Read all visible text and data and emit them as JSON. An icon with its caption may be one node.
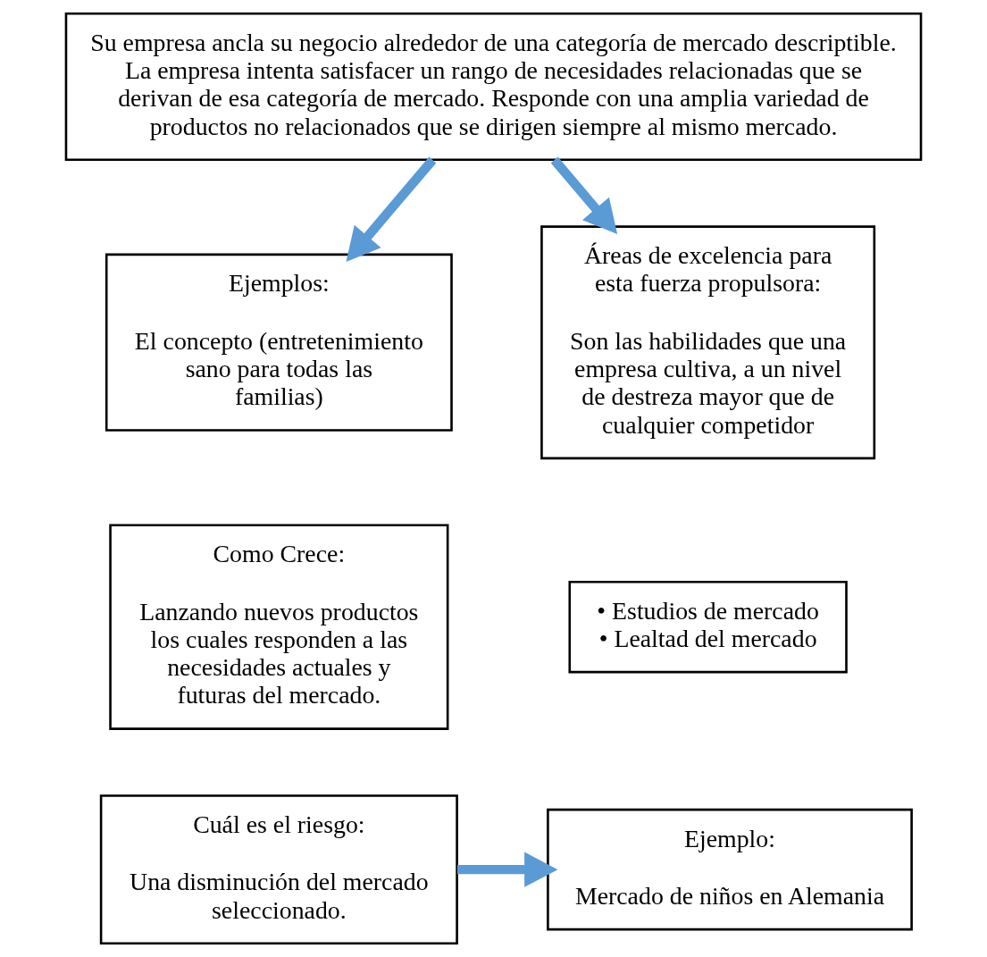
{
  "diagram": {
    "nodes": [
      {
        "text": [
          "Su empresa ancla su negocio alrededor de una categoría de mercado descriptible. La empresa intenta satisfacer un rango de necesidades relacionadas que se derivan de esa categoría de mercado. Responde con una amplia variedad de productos no relacionados que se dirigen siempre al mismo mercado."
        ]
      },
      {
        "text": [
          "Ejemplos:",
          "El concepto (entretenimiento sano para todas las familias)"
        ]
      },
      {
        "text": [
          "Áreas de excelencia para esta fuerza propulsora:",
          "Son las habilidades que una empresa cultiva, a un nivel de destreza mayor que de cualquier competidor"
        ]
      },
      {
        "text": [
          "Como Crece:",
          "Lanzando nuevos productos los cuales responden a las necesidades actuales y futuras del mercado."
        ]
      },
      {
        "text": [
          "• Estudios de mercado",
          "• Lealtad del mercado"
        ]
      },
      {
        "text": [
          "Cuál es el riesgo:",
          "Una disminución del mercado seleccionado."
        ]
      },
      {
        "text": [
          "Ejemplo:",
          "Mercado de niños en Alemania"
        ]
      }
    ],
    "edges": [
      {
        "from": 0,
        "to": 1,
        "arrow": "to"
      },
      {
        "from": 0,
        "to": 2,
        "arrow": "to"
      },
      {
        "from": 5,
        "to": 6,
        "arrow": "to"
      }
    ]
  }
}
